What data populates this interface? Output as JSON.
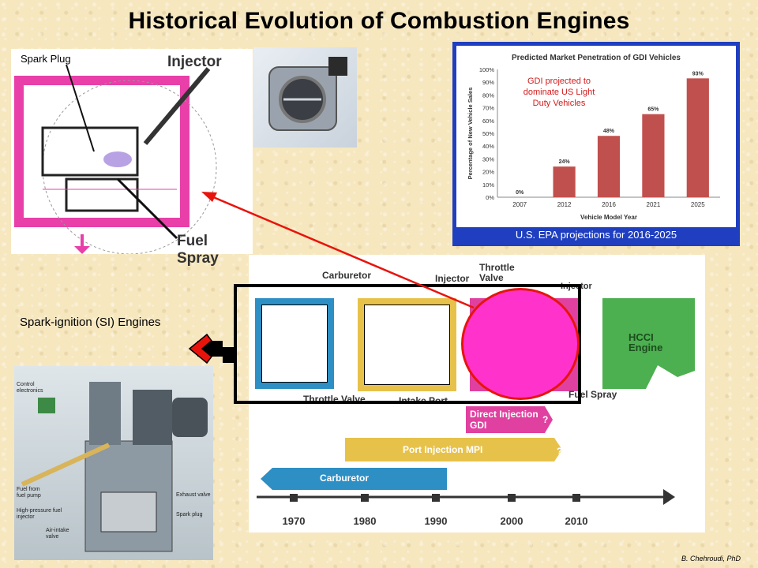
{
  "title": "Historical Evolution of Combustion Engines",
  "gdi_diagram": {
    "spark_plug_label": "Spark Plug",
    "injector_label": "Injector",
    "fuel_spray_label": "Fuel Spray"
  },
  "chart_data": {
    "type": "bar",
    "title": "Predicted Market Penetration of GDI Vehicles",
    "xlabel": "Vehicle Model Year",
    "ylabel": "Percentage of New Vehicle Sales",
    "categories": [
      "2007",
      "2012",
      "2016",
      "2021",
      "2025"
    ],
    "values": [
      0,
      24,
      48,
      65,
      93
    ],
    "value_labels": [
      "0%",
      "24%",
      "48%",
      "65%",
      "93%"
    ],
    "yticks": [
      "0%",
      "10%",
      "20%",
      "30%",
      "40%",
      "50%",
      "60%",
      "70%",
      "80%",
      "90%",
      "100%"
    ],
    "ylim": [
      0,
      100
    ],
    "annotation": "GDI projected to dominate US Light Duty Vehicles",
    "footer": "U.S. EPA projections for 2016-2025",
    "bar_color": "#c0504d",
    "footer_bg": "#1f3fc0"
  },
  "timeline": {
    "carburetor_label": "Carburetor",
    "throttle_valve_top_label": "Throttle Valve",
    "injector_label": "Injector",
    "injector_right_label": "Injector",
    "throttle_valve_bottom_label": "Throttle Valve",
    "intake_port_label": "Intake Port",
    "fuel_spray_label": "Fuel Spray",
    "hcci_label": "HCCI Engine",
    "gdi_bar_label": "Direct Injection GDI",
    "mpi_bar_label": "Port Injection MPI",
    "carb_bar_label": "Carburetor",
    "question_mark": "?",
    "years": [
      "1970",
      "1980",
      "1990",
      "2000",
      "2010"
    ]
  },
  "si_label": "Spark-ignition (SI) Engines",
  "engine_cutaway": {
    "labels": [
      "Control electronics",
      "Fuel from fuel pump",
      "High-pressure fuel injector",
      "Air-intake valve",
      "Exhaust valve",
      "Spark plug"
    ]
  },
  "footer_credit": "B. Chehroudi, PhD",
  "colors": {
    "magenta": "#ff33cc",
    "red_arrow": "#e8140c",
    "hcci_green": "#4caf50",
    "gdi_pink": "#e040a0",
    "mpi_yellow": "#e7c24a",
    "carb_blue": "#2d8fc4"
  }
}
